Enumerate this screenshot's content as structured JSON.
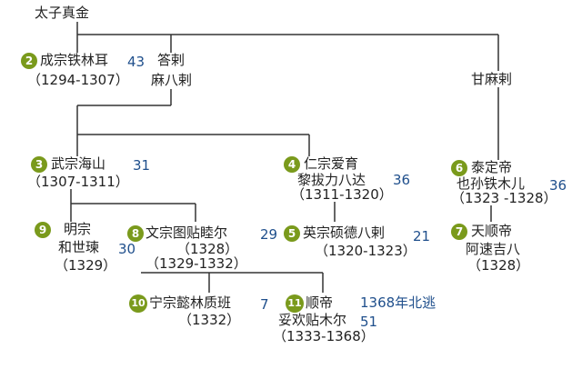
{
  "colors": {
    "badge_fill": "#7a9a1c",
    "line": "#333333",
    "text_blue": "#1f4f8c"
  },
  "root": {
    "name": "太子真金"
  },
  "gamala": {
    "name": "甘麻剌"
  },
  "darmabala": {
    "name_line1": "答剌",
    "name_line2": "麻八剌"
  },
  "emperors": {
    "e2": {
      "badge": "2",
      "name": "成宗铁林耳",
      "age": "43",
      "years": "（1294-1307）"
    },
    "e3": {
      "badge": "3",
      "name": "武宗海山",
      "age": "31",
      "years": "（1307-1311）"
    },
    "e4": {
      "badge": "4",
      "name_line1": "仁宗爱育",
      "name_line2": "黎拔力八达",
      "age": "36",
      "years": "（1311-1320）"
    },
    "e5": {
      "badge": "5",
      "name": "英宗硕德八剌",
      "age": "21",
      "years": "（1320-1323）"
    },
    "e6": {
      "badge": "6",
      "name_line1": "泰定帝",
      "name_line2": "也孙铁木儿",
      "age": "36",
      "years": "（1323 -1328）"
    },
    "e7": {
      "badge": "7",
      "name_line1": "天顺帝",
      "name_line2": "阿速吉八",
      "years": "（1328）"
    },
    "e8": {
      "badge": "8",
      "name": "文宗图贴睦尔",
      "age": "29",
      "years_line1": "（1328）",
      "years_line2": "（1329-1332）"
    },
    "e9": {
      "badge": "9",
      "name_line1": "明宗",
      "name_line2": "和世瑓",
      "age": "30",
      "years": "（1329）"
    },
    "e10": {
      "badge": "10",
      "name": "宁宗懿林质班",
      "age": "7",
      "years": "（1332）"
    },
    "e11": {
      "badge": "11",
      "name": "顺帝",
      "note": "1368年北逃",
      "name_line2": "妥欢贴木尔",
      "age": "51",
      "years": "（1333-1368）"
    }
  }
}
